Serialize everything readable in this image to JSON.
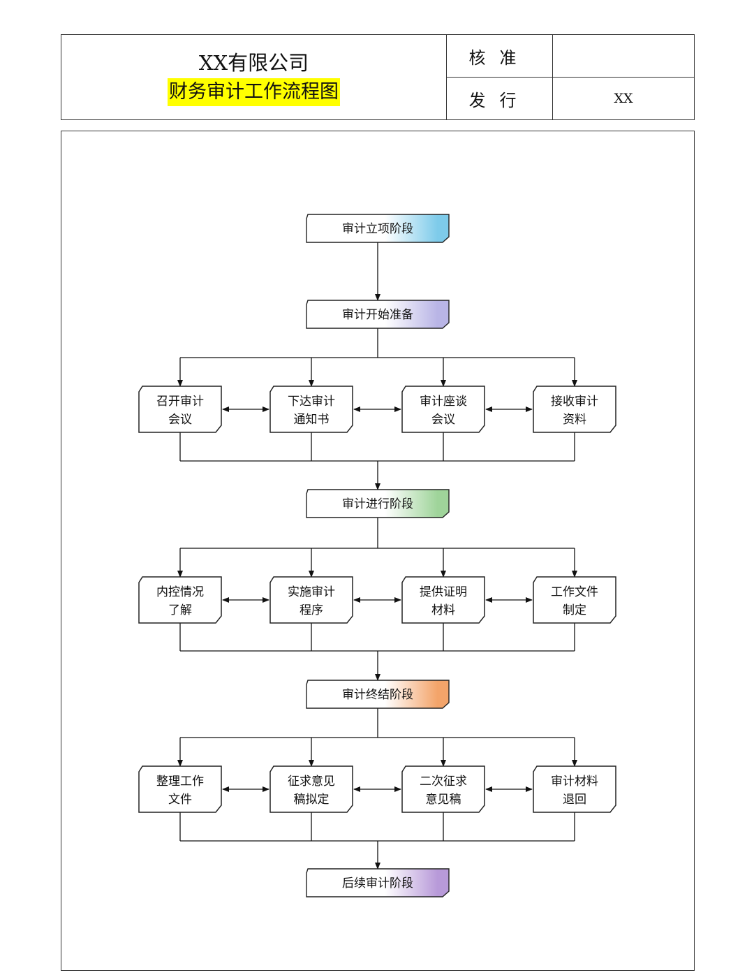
{
  "header": {
    "company": "XX有限公司",
    "title": "财务审计工作流程图",
    "approve_label": "核准",
    "approve_value": "",
    "issue_label": "发行",
    "issue_value": "XX"
  },
  "colors": {
    "stage1_accent": "#7ecbea",
    "stage2_accent": "#b9b5e6",
    "stage3_accent": "#9fd49a",
    "stage4_accent": "#f3a46a",
    "stage5_accent": "#b89ad9",
    "highlight": "#ffff00"
  },
  "stages": [
    "审计立项阶段",
    "审计开始准备",
    "审计进行阶段",
    "审计终结阶段",
    "后续审计阶段"
  ],
  "groups": [
    [
      [
        "召开审计",
        "会议"
      ],
      [
        "下达审计",
        "通知书"
      ],
      [
        "审计座谈",
        "会议"
      ],
      [
        "接收审计",
        "资料"
      ]
    ],
    [
      [
        "内控情况",
        "了解"
      ],
      [
        "实施审计",
        "程序"
      ],
      [
        "提供证明",
        "材料"
      ],
      [
        "工作文件",
        "制定"
      ]
    ],
    [
      [
        "整理工作",
        "文件"
      ],
      [
        "征求意见",
        "稿拟定"
      ],
      [
        "二次征求",
        "意见稿"
      ],
      [
        "审计材料",
        "退回"
      ]
    ]
  ]
}
